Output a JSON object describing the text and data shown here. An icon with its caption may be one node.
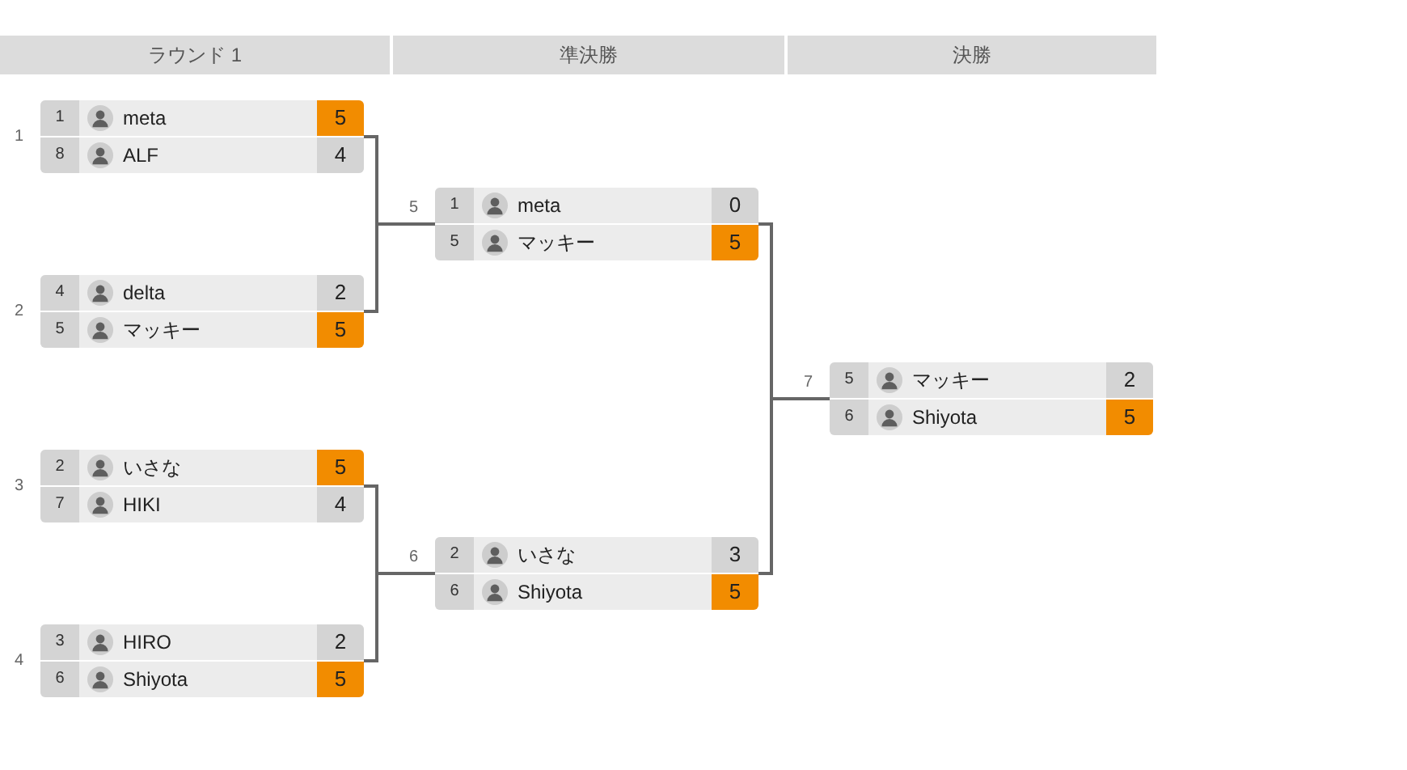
{
  "diagram": {
    "nodes": [
      {
        "text": [
          "ラウンド 1"
        ]
      },
      {
        "text": [
          "準決勝"
        ]
      },
      {
        "text": [
          "決勝"
        ]
      },
      {
        "text": [],
        "shape": "box",
        "beside": [
          "1"
        ]
      },
      {
        "text": [
          "1",
          "meta",
          "5"
        ],
        "in": 3
      },
      {
        "text": [
          "8",
          "ALF",
          "4"
        ],
        "in": 3
      },
      {
        "text": [],
        "shape": "box",
        "beside": [
          "2"
        ]
      },
      {
        "text": [
          "4",
          "delta",
          "2"
        ],
        "in": 6
      },
      {
        "text": [
          "5",
          "マッキー",
          "5"
        ],
        "in": 6
      },
      {
        "text": [],
        "shape": "box",
        "beside": [
          "3"
        ]
      },
      {
        "text": [
          "2",
          "いさな",
          "5"
        ],
        "in": 9
      },
      {
        "text": [
          "7",
          "HIKI",
          "4"
        ],
        "in": 9
      },
      {
        "text": [],
        "shape": "box",
        "beside": [
          "4"
        ]
      },
      {
        "text": [
          "3",
          "HIRO",
          "2"
        ],
        "in": 12
      },
      {
        "text": [
          "6",
          "Shiyota",
          "5"
        ],
        "in": 12
      },
      {
        "text": [],
        "shape": "box",
        "beside": [
          "5"
        ]
      },
      {
        "text": [
          "1",
          "meta",
          "0"
        ],
        "in": 15
      },
      {
        "text": [
          "5",
          "マッキー",
          "5"
        ],
        "in": 15
      },
      {
        "text": [],
        "shape": "box",
        "beside": [
          "6"
        ]
      },
      {
        "text": [
          "2",
          "いさな",
          "3"
        ],
        "in": 18
      },
      {
        "text": [
          "6",
          "Shiyota",
          "5"
        ],
        "in": 18
      },
      {
        "text": [],
        "shape": "box",
        "beside": [
          "7"
        ]
      },
      {
        "text": [
          "5",
          "マッキー",
          "2"
        ],
        "in": 21
      },
      {
        "text": [
          "6",
          "Shiyota",
          "5"
        ],
        "in": 21
      }
    ],
    "edges": [
      {
        "from": 3,
        "to": 15,
        "arrow": "none"
      },
      {
        "from": 6,
        "to": 15,
        "arrow": "none"
      },
      {
        "from": 9,
        "to": 18,
        "arrow": "none"
      },
      {
        "from": 12,
        "to": 18,
        "arrow": "none"
      },
      {
        "from": 15,
        "to": 21,
        "arrow": "none"
      },
      {
        "from": 18,
        "to": 21,
        "arrow": "none"
      }
    ]
  }
}
